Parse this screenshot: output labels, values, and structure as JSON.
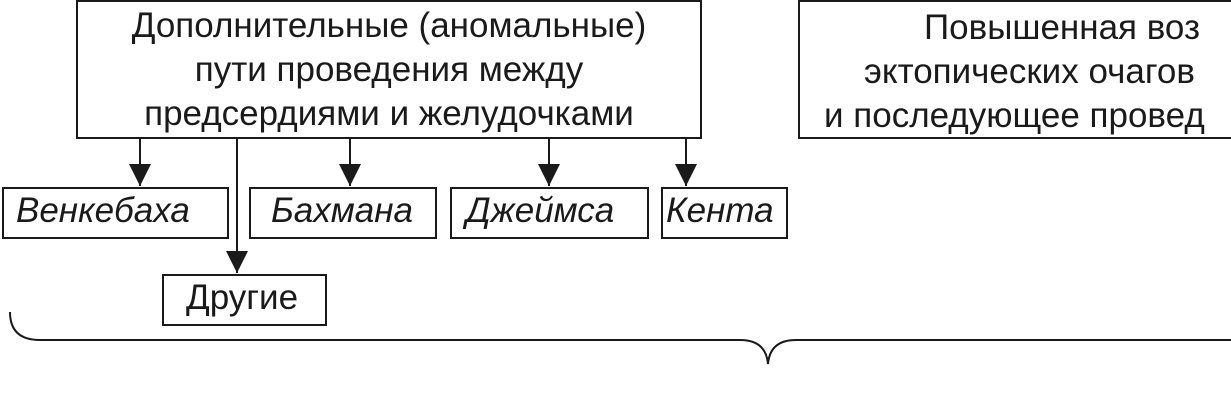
{
  "main_box": {
    "line1": "Дополнительные (аномальные)",
    "line2": "пути проведения между",
    "line3": "предсердиями и желудочками"
  },
  "right_box": {
    "line1": "Повышенная воз",
    "line2": "эктопических очагов",
    "line3": "и последующее провед"
  },
  "paths": {
    "venkebach": "Венкебаха",
    "bachmann": "Бахмана",
    "james": "Джеймса",
    "kent": "Кента"
  },
  "other": "Другие",
  "colors": {
    "line": "#1a1a1a",
    "background": "#ffffff"
  }
}
